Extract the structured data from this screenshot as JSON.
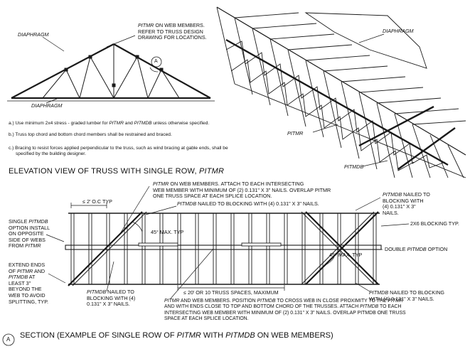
{
  "top_elevation": {
    "diaphragm_top": "DIAPHRAGM",
    "diaphragm_bottom": "DIAPHRAGM",
    "pitmr_note_l1_it": "PITMR",
    "pitmr_note_l1_rest": " ON WEB MEMBERS.",
    "pitmr_note_l2": "REFER TO TRUSS DESIGN",
    "pitmr_note_l3": "DRAWING FOR LOCATIONS.",
    "marker_a": "A"
  },
  "iso_view": {
    "diaphragm": "DIAPHRAGM",
    "pitmr": "PITMR",
    "pitmdb": "PITMDB"
  },
  "notes": {
    "a_prefix": "a.) Use minimum 2x4 stress - graded lumber for ",
    "a_it1": "PITMR",
    "a_mid": "  and ",
    "a_it2": "PITMDB",
    "a_suffix": " unless otherwise specified.",
    "b": "b.) Truss top chord and bottom chord members shall be restrained and braced.",
    "c1": "c.) Bracing to resist forces applied perpendicular to the truss, such as wind bracing at gable ends, shall be",
    "c2": "specified by the building designer."
  },
  "title_elevation": {
    "text": "ELEVATION VIEW OF TRUSS WITH SINGLE ROW, ",
    "italic": "PITMR"
  },
  "section": {
    "top_note_it": "PITMR",
    "top_note_l1": " ON WEB MEMBERS. ATTACH TO EACH INTERSECTING",
    "top_note_l2": "WEB MEMBER WITH MINIMUM OF (2) 0.131\" X 3\" NAILS. OVERLAP PITMR",
    "top_note_l3": "ONE TRUSS SPACE AT EACH SPLICE LOCATION.",
    "spacing": "≤  2' O.C TYP",
    "nailed_top_it": "PITMDB",
    "nailed_top_rest": " NAILED TO BLOCKING WITH  (4) 0.131\" X 3\" NAILS.",
    "right_top_it": "PITMDB",
    "right_top_l1": " NAILED TO",
    "right_top_l2": "BLOCKING WITH",
    "right_top_l3": "(4) 0.131\" X 3\"",
    "right_top_l4": "NAILS.",
    "blocking": "2X6 BLOCKING TYP.",
    "angle_left": "45° MAX. TYP",
    "angle_right": "45° MAX. TYP",
    "double_prefix": "DOUBLE ",
    "double_it": "PITMDB",
    "double_suffix": " OPTION",
    "single_l1": "SINGLE ",
    "single_it": "PITMDB",
    "single_l2": "OPTION INSTALL",
    "single_l3": "ON OPPOSITE",
    "single_l4": "SIDE OF WEBS",
    "single_l5_pre": "FROM ",
    "single_l5_it": "PITMR",
    "extend_l1": "EXTEND ENDS",
    "extend_l2_pre": "OF ",
    "extend_l2_it": "PITMR",
    "extend_l2_post": " AND",
    "extend_l3_it": "PITMDB",
    "extend_l3_post": " AT",
    "extend_l4": "LEAST 3\"",
    "extend_l5": "BEYOND THE",
    "extend_l6": "WEB TO AVOID",
    "extend_l7": "SPLITTING, TYP.",
    "left_bot_it": "PITMDB",
    "left_bot_l1": " NAILED TO",
    "left_bot_l2": "BLOCKING WITH  (4)",
    "left_bot_l3": "0.131\" X 3\" NAILS.",
    "span": "≤  20' OR 10 TRUSS SPACES, MAXIMUM",
    "right_bot_it": "PITMDB",
    "right_bot_l1": " NAILED TO BLOCKING",
    "right_bot_l2": "WITH  (4) 0.131\" X 3\" NAILS.",
    "bottom_note_l1_pre": "PITMR",
    "bottom_note_l1_mid": " AND WEB MEMBERS. POSITION ",
    "bottom_note_l1_it2": "PITMDB",
    "bottom_note_l1_post": " TO CROSS WEB IN CLOSE PROXIMITY TO THE ",
    "bottom_note_l1_it3": "PITMR",
    "bottom_note_l2_pre": "AND WITH ENDS CLOSE TO TOP AND BOTTOM CHORD OF THE TRUSSES. ATTACH ",
    "bottom_note_l2_it": "PITMDB",
    "bottom_note_l2_post": " TO EACH",
    "bottom_note_l3": "INTERSECTING WEB MEMBER WITH MINIMUM OF (2) 0.131\" X 3\" NAILS. OVERLAP PITMDB ONE TRUSS",
    "bottom_note_l4": "SPACE AT EACH SPLICE LOCATION."
  },
  "section_title": {
    "marker": "A",
    "pre": "SECTION (EXAMPLE OF SINGLE ROW OF ",
    "it1": "PITMR",
    "mid": " WITH ",
    "it2": "PITMDB",
    "post": " ON WEB MEMBERS)"
  }
}
